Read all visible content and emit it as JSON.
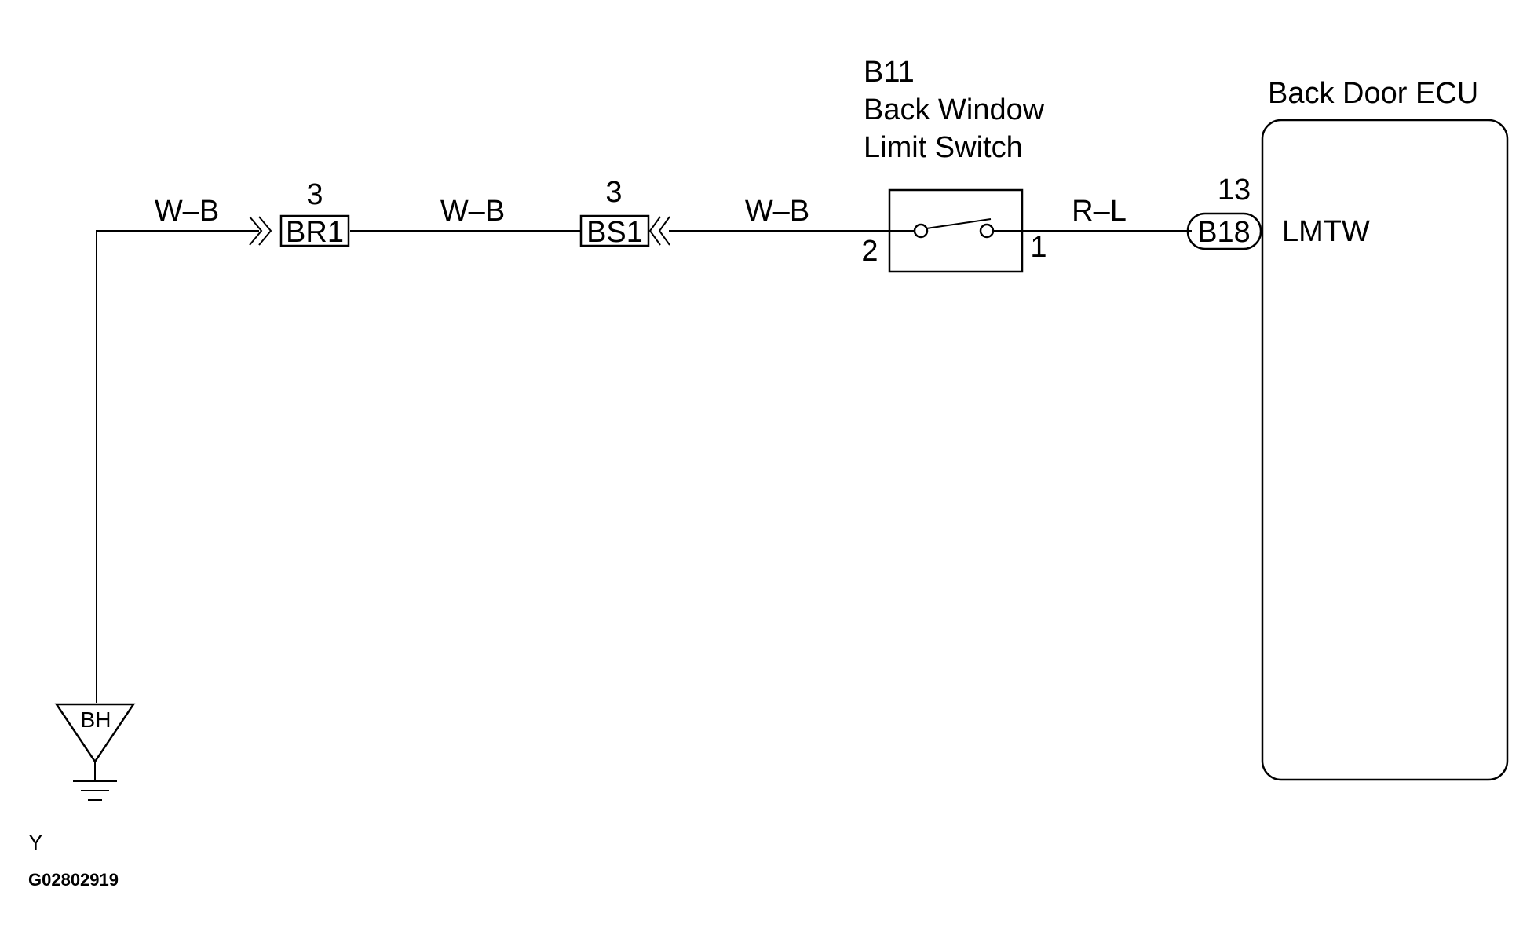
{
  "figure_id": "G02802919",
  "corner_label": "Y",
  "ground": {
    "label": "BH"
  },
  "connectors": {
    "br1": {
      "name": "BR1",
      "pin": "3"
    },
    "bs1": {
      "name": "BS1",
      "pin": "3"
    },
    "b18": {
      "name": "B18",
      "pin": "13"
    }
  },
  "switch": {
    "code": "B11",
    "name_line1": "Back Window",
    "name_line2": "Limit Switch",
    "pin_left": "2",
    "pin_right": "1"
  },
  "ecu": {
    "title": "Back Door ECU",
    "terminal": "LMTW"
  },
  "wires": {
    "ground_to_br1": "W–B",
    "br1_to_bs1": "W–B",
    "bs1_to_switch": "W–B",
    "switch_to_ecu": "R–L"
  },
  "colors": {
    "line": "#000000",
    "background": "#ffffff"
  }
}
